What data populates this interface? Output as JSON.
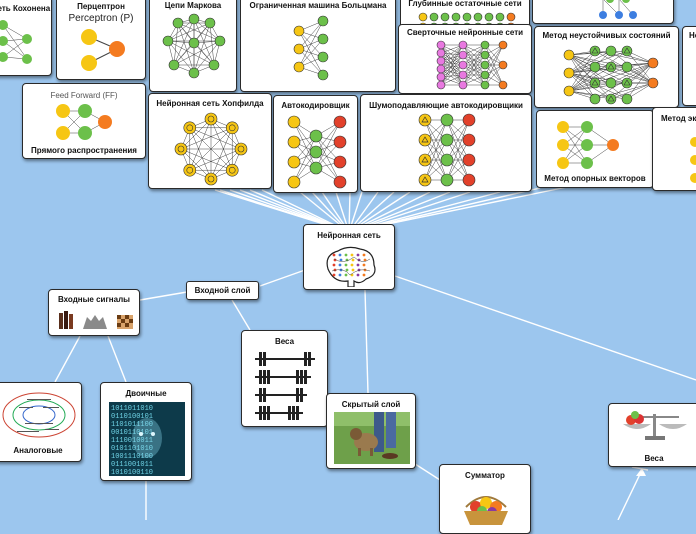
{
  "nodes": {
    "kohonen": {
      "title": "Сеть Кохонена"
    },
    "perceptron": {
      "title": "Перцептрон",
      "subtitle": "Perceptron (P)"
    },
    "markov": {
      "title": "Цепи Маркова"
    },
    "boltzmann": {
      "title": "Ограниченная машина Больцмана"
    },
    "deep_residual": {
      "title": "Глубинные остаточные сети"
    },
    "conv": {
      "title": "Сверточные нейронные сети"
    },
    "unstable": {
      "title": "Метод неустойчивых состояний"
    },
    "ne_right": {
      "title": "Не"
    },
    "feed_forward": {
      "caption": "Feed Forward (FF)",
      "title": "Прямого распространения"
    },
    "hopfield": {
      "title": "Нейронная сеть Хопфилда"
    },
    "autoencoder": {
      "title": "Автокодировщик"
    },
    "denoising": {
      "title": "Шумоподавляющие автокодировщики"
    },
    "svm": {
      "title": "Метод опорных векторов"
    },
    "extreme": {
      "title": "Метод эк"
    },
    "neural_net": {
      "title": "Нейронная сеть"
    },
    "input_layer": {
      "title": "Входной слой"
    },
    "input_signals": {
      "title": "Входные сигналы"
    },
    "weights": {
      "title": "Веса"
    },
    "hidden_layer": {
      "title": "Скрытый слой"
    },
    "analog": {
      "title": "Аналоговые"
    },
    "binary": {
      "title": "Двоичные"
    },
    "adder": {
      "title": "Сумматор"
    },
    "weights2": {
      "title": "Веса"
    }
  },
  "colors": {
    "background": "#9cc6ee",
    "neuron_green": "#6cc04a",
    "neuron_yellow": "#f6c614",
    "neuron_orange": "#f47b20",
    "neuron_red": "#e2412b",
    "neuron_pink": "#e879e0",
    "neuron_blue": "#3d7ee0",
    "link": "#ffffff"
  }
}
